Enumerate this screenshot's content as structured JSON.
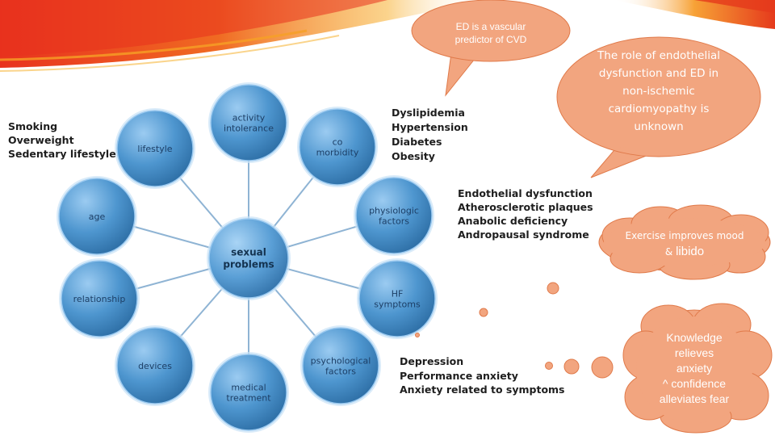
{
  "diagram": {
    "center": [
      "sexual",
      "problems"
    ],
    "nodes": [
      {
        "id": "activity",
        "lines": [
          "activity",
          "intolerance"
        ]
      },
      {
        "id": "comorbidity",
        "lines": [
          "co",
          "morbidity"
        ]
      },
      {
        "id": "physiologic",
        "lines": [
          "physiologic",
          "factors"
        ]
      },
      {
        "id": "hf",
        "lines": [
          "HF",
          "symptoms"
        ]
      },
      {
        "id": "psychological",
        "lines": [
          "psychological",
          "factors"
        ]
      },
      {
        "id": "medical",
        "lines": [
          "medical",
          "treatment"
        ]
      },
      {
        "id": "devices",
        "lines": [
          "devices"
        ]
      },
      {
        "id": "relationship",
        "lines": [
          "relationship"
        ]
      },
      {
        "id": "age",
        "lines": [
          "age"
        ]
      },
      {
        "id": "lifestyle",
        "lines": [
          "lifestyle"
        ]
      }
    ]
  },
  "lists": {
    "lifestyle": [
      "Smoking",
      "Overweight",
      "Sedentary lifestyle"
    ],
    "comorbidity": [
      "Dyslipidemia",
      "Hypertension",
      "Diabetes",
      "Obesity"
    ],
    "physiologic": [
      "Endothelial dysfunction",
      "Atherosclerotic plaques",
      "Anabolic deficiency",
      "Andropausal syndrome"
    ],
    "psychological": [
      "Depression",
      "Performance anxiety",
      "Anxiety related to symptoms"
    ]
  },
  "bubbles": {
    "vascular": "ED is a vascular predictor of CVD",
    "role": "The role of endothelial dysfunction and ED in non-ischemic cardiomyopathy is unknown",
    "exercise_prefix": "Exercise improves mood & ",
    "exercise_emph": "libido",
    "knowledge": [
      "Knowledge",
      "relieves",
      "anxiety",
      "^ confidence",
      "alleviates fear"
    ]
  },
  "colors": {
    "node_fill": "#4e96cf",
    "node_stroke": "#9ccaf0",
    "line": "#8fb4d4",
    "bubble_fill": "#f2a57f",
    "bubble_stroke": "#e07a4a",
    "header_red": "#e8321e",
    "header_orange": "#f6a025"
  }
}
